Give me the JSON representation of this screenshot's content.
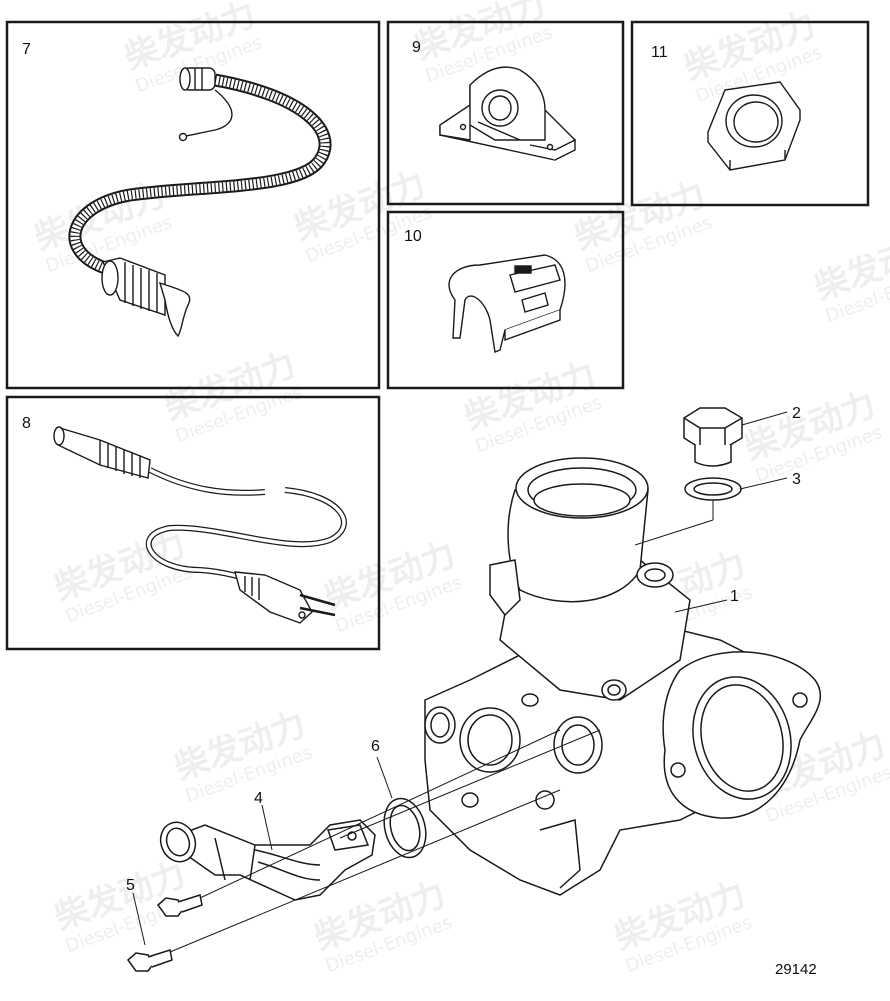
{
  "callouts": {
    "c1": "1",
    "c2": "2",
    "c3": "3",
    "c4": "4",
    "c5": "5",
    "c6": "6",
    "c7": "7",
    "c8": "8",
    "c9": "9",
    "c10": "10",
    "c11": "11"
  },
  "reference_number": "29142",
  "watermark": {
    "brand": "柴发动力",
    "sub": "Diesel-Engines"
  },
  "colors": {
    "line": "#1a1a1a",
    "watermark": "#9c9c9c"
  }
}
